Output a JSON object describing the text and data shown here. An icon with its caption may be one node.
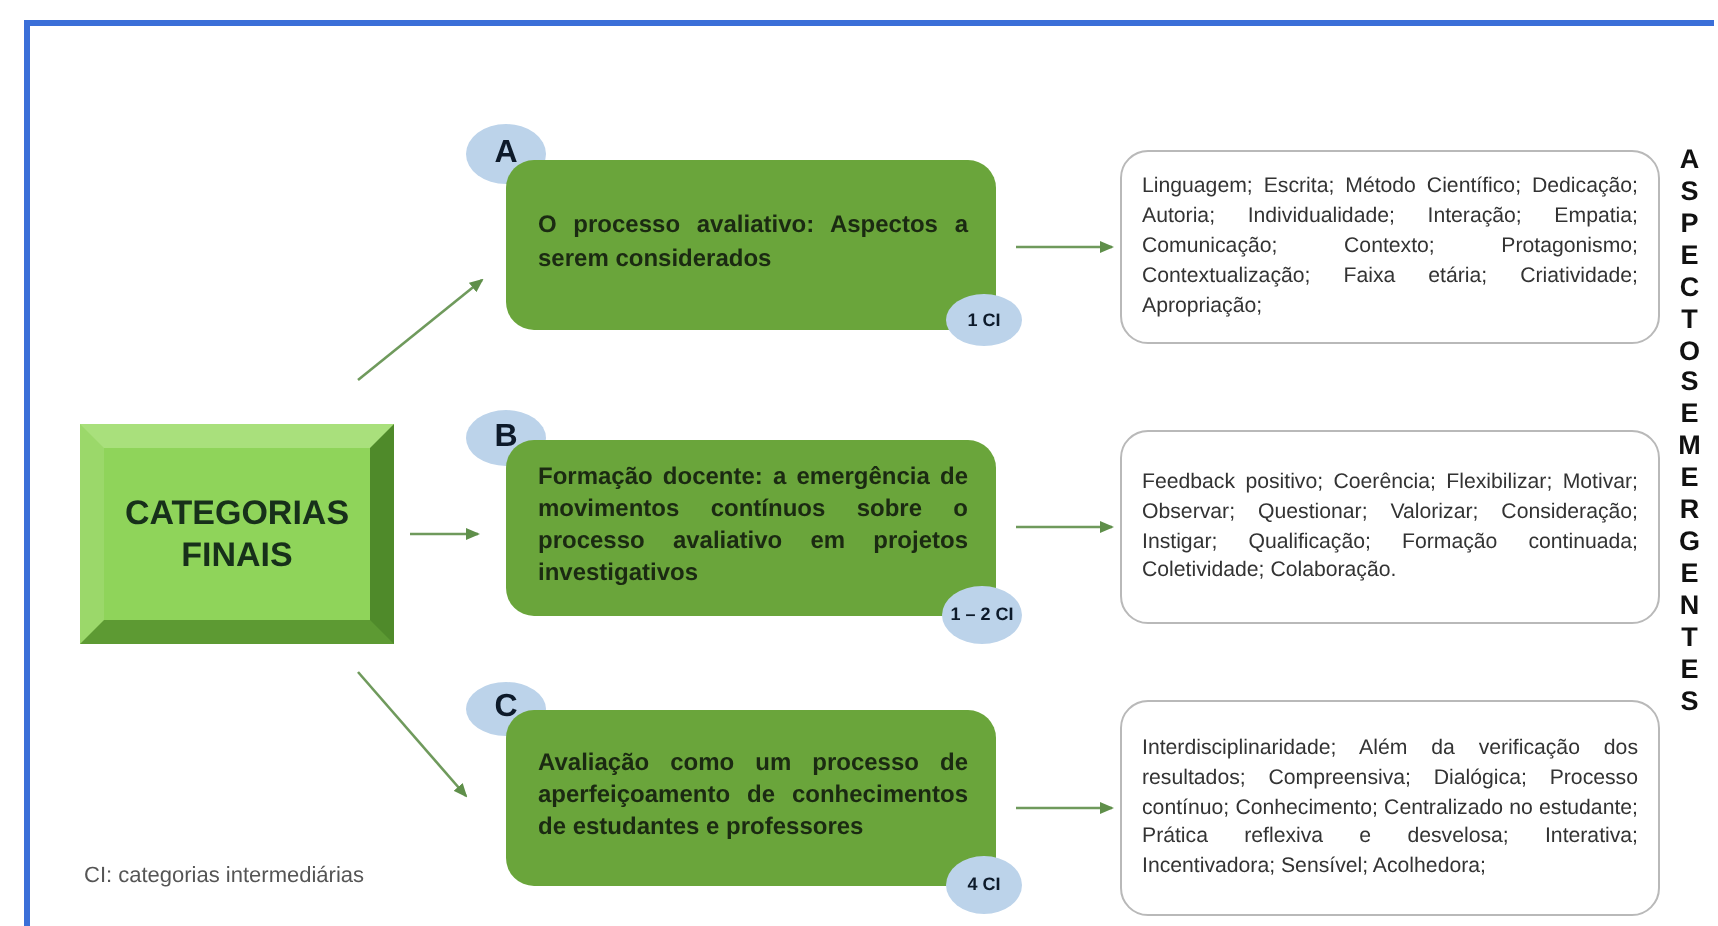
{
  "diagram": {
    "nodes": [
      {
        "text": [
          "CATEGORIAS FINAIS"
        ]
      },
      {
        "text": [
          "A"
        ]
      },
      {
        "text": [
          "O processo avaliativo: Aspectos a serem considerados"
        ]
      },
      {
        "text": [
          "1 CI"
        ]
      },
      {
        "text": [
          "Linguagem; Escrita; Método Científico; Dedicação; Autoria; Individualidade; Interação; Empatia; Comunicação; Contexto; Protagonismo; Contextualização; Faixa etária; Criatividade; Apropriação;"
        ]
      },
      {
        "text": [
          "B"
        ]
      },
      {
        "text": [
          "Formação docente: a emergência de movimentos contínuos sobre o processo avaliativo em projetos investigativos"
        ]
      },
      {
        "text": [
          "1 – 2 CI"
        ]
      },
      {
        "text": [
          "Feedback positivo; Coerência; Flexibilizar; Motivar; Observar; Questionar; Valorizar; Consideração; Instigar; Qualificação; Formação continuada; Coletividade; Colaboração."
        ]
      },
      {
        "text": [
          "C"
        ]
      },
      {
        "text": [
          "Avaliação como um processo de aperfeiçoamento de conhecimentos de estudantes e professores"
        ]
      },
      {
        "text": [
          "4 CI"
        ]
      },
      {
        "text": [
          "Interdisciplinaridade; Além da verificação dos resultados; Compreensiva; Dialógica; Processo contínuo; Conhecimento; Centralizado no estudante; Prática reflexiva e desvelosa; Interativa; Incentivadora; Sensível; Acolhedora;"
        ]
      }
    ],
    "edges": [
      {
        "from": 0,
        "to": 2,
        "arrow": "to"
      },
      {
        "from": 0,
        "to": 6,
        "arrow": "to"
      },
      {
        "from": 0,
        "to": 10,
        "arrow": "to"
      },
      {
        "from": 2,
        "to": 4,
        "arrow": "to"
      },
      {
        "from": 6,
        "to": 8,
        "arrow": "to"
      },
      {
        "from": 10,
        "to": 12,
        "arrow": "to"
      }
    ],
    "labels": [
      "ASPECTOS EMERGENTES",
      "CI: categorias intermediárias"
    ]
  }
}
